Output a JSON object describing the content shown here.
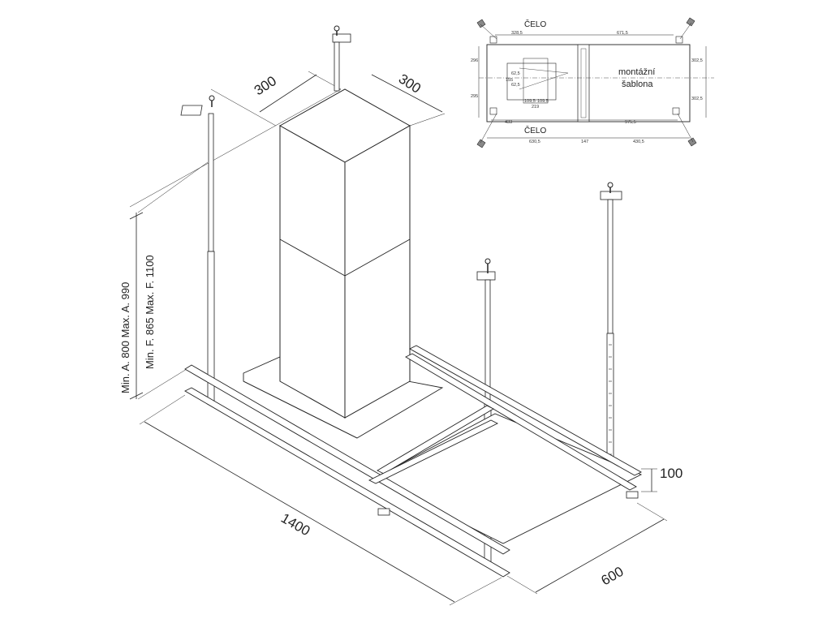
{
  "main_view": {
    "dim_width_left": "300",
    "dim_width_right": "300",
    "dim_length": "1400",
    "dim_depth": "600",
    "dim_frame_height": "100",
    "dim_height_a": "Min. A. 800  Max. A. 990",
    "dim_height_f": "Min. F. 865  Max. F. 1100"
  },
  "template": {
    "front_top": "ČELO",
    "front_bottom": "ČELO",
    "label_line1": "montážní",
    "label_line2": "šablona",
    "top_dims": [
      "328,5",
      "671,5"
    ],
    "bottom_dims": [
      "433",
      "975,5"
    ],
    "lower_dims": [
      "630,5",
      "147",
      "430,5"
    ],
    "left_dims": [
      "296",
      "295"
    ],
    "right_dims": [
      "302,5",
      "302,5"
    ],
    "duct_dims": [
      "109,5",
      "109,5",
      "219",
      "155",
      "62,5",
      "62,5"
    ]
  }
}
